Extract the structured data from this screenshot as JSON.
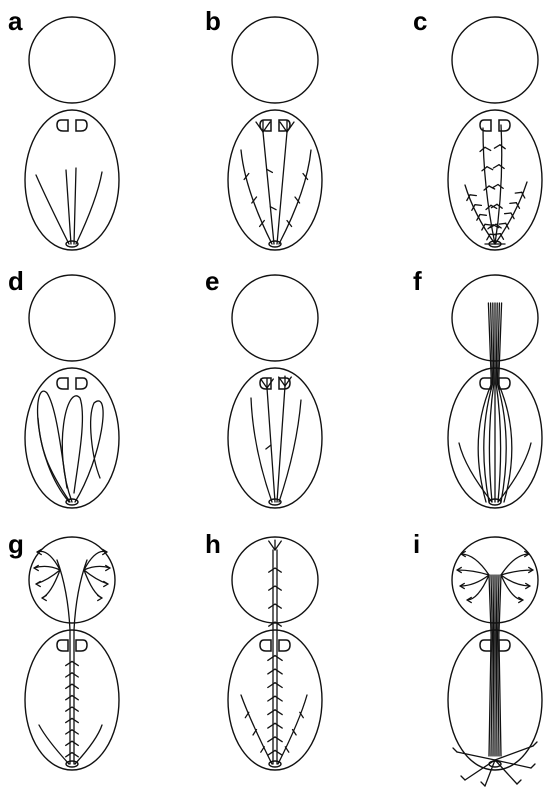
{
  "figure": {
    "panels": [
      {
        "letter": "a"
      },
      {
        "letter": "b"
      },
      {
        "letter": "c"
      },
      {
        "letter": "d"
      },
      {
        "letter": "e"
      },
      {
        "letter": "f"
      },
      {
        "letter": "g"
      },
      {
        "letter": "h"
      },
      {
        "letter": "i"
      }
    ]
  }
}
